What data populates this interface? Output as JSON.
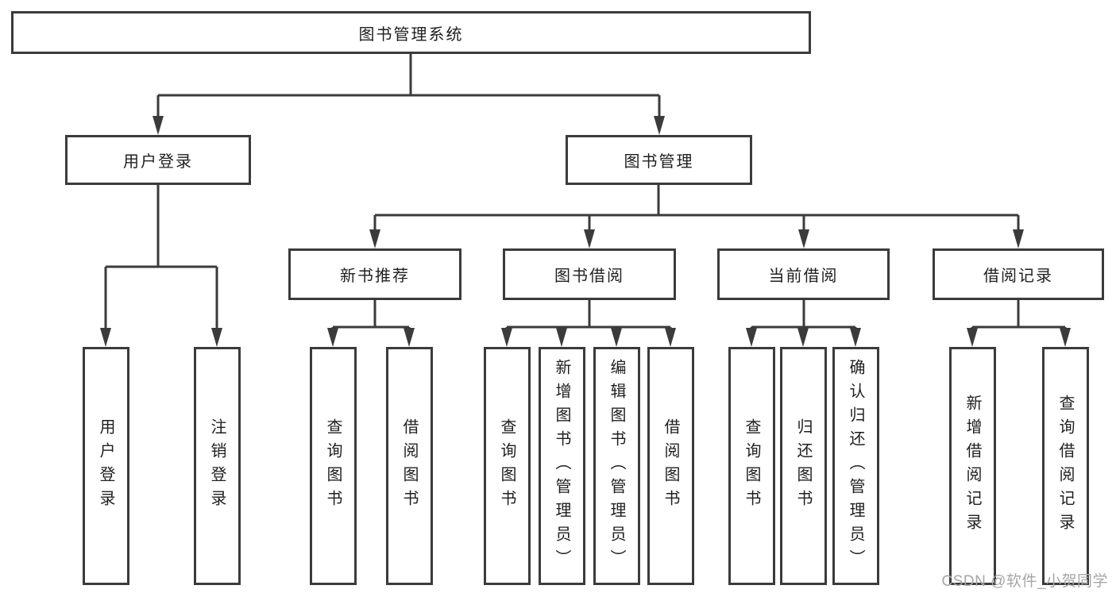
{
  "colors": {
    "line": "#3b3b3b",
    "text": "#1f1f1f",
    "box-bg": "#ffffff",
    "page-bg": "#ffffff",
    "watermark": "#a6a6a6"
  },
  "watermark": {
    "text": "CSDN @软件_小贺同学"
  },
  "tree": {
    "root": {
      "label": "图书管理系统"
    },
    "level2": [
      {
        "label": "用户登录",
        "leaves": [
          {
            "label": "用户登录"
          },
          {
            "label": "注销登录"
          }
        ]
      },
      {
        "label": "图书管理",
        "groups": [
          {
            "label": "新书推荐",
            "leaves": [
              {
                "label": "查询图书"
              },
              {
                "label": "借阅图书"
              }
            ]
          },
          {
            "label": "图书借阅",
            "leaves": [
              {
                "label": "查询图书"
              },
              {
                "label": "新增图书（管理员）"
              },
              {
                "label": "编辑图书（管理员）"
              },
              {
                "label": "借阅图书"
              }
            ]
          },
          {
            "label": "当前借阅",
            "leaves": [
              {
                "label": "查询图书"
              },
              {
                "label": "归还图书"
              },
              {
                "label": "确认归还（管理员）"
              }
            ]
          },
          {
            "label": "借阅记录",
            "leaves": [
              {
                "label": "新增借阅记录"
              },
              {
                "label": "查询借阅记录"
              }
            ]
          }
        ]
      }
    ]
  }
}
